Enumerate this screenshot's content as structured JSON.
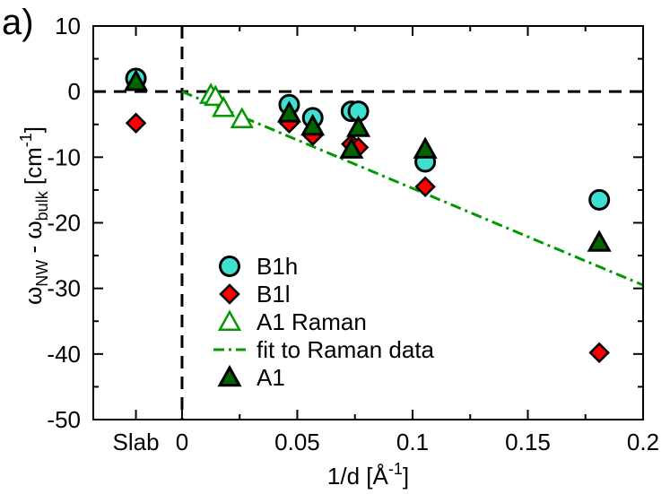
{
  "panel_label": "a)",
  "chart_data": {
    "type": "scatter",
    "title": "",
    "xlabel": "1/d [Å^-1]",
    "ylabel": "ω_NW - ω_bulk [cm^-1]",
    "xlim": [
      -0.0385,
      0.2
    ],
    "ylim": [
      -50,
      10
    ],
    "grid": false,
    "legend_position": "lower-left",
    "x_ticks": [
      {
        "value": -0.02,
        "label": "Slab"
      },
      {
        "value": 0,
        "label": "0"
      },
      {
        "value": 0.05,
        "label": "0.05"
      },
      {
        "value": 0.1,
        "label": "0.1"
      },
      {
        "value": 0.15,
        "label": "0.15"
      },
      {
        "value": 0.2,
        "label": "0.2"
      }
    ],
    "y_ticks": [
      {
        "value": 10,
        "label": "10"
      },
      {
        "value": 0,
        "label": "0"
      },
      {
        "value": -10,
        "label": "-10"
      },
      {
        "value": -20,
        "label": "-20"
      },
      {
        "value": -30,
        "label": "-30"
      },
      {
        "value": -40,
        "label": "-40"
      },
      {
        "value": -50,
        "label": "-50"
      }
    ],
    "reference_lines": [
      {
        "orientation": "horizontal",
        "value": 0
      },
      {
        "orientation": "vertical",
        "value": 0
      }
    ],
    "series": [
      {
        "name": "B1h",
        "marker": "circle",
        "color": "#40e0d0",
        "points": [
          [
            -0.02,
            2
          ],
          [
            0.0465,
            -2
          ],
          [
            0.0567,
            -4
          ],
          [
            0.0735,
            -3
          ],
          [
            0.0765,
            -3
          ],
          [
            0.1055,
            -10.7
          ],
          [
            0.181,
            -16.5
          ]
        ]
      },
      {
        "name": "B1l",
        "marker": "diamond",
        "color": "#ff0000",
        "points": [
          [
            -0.02,
            -4.8
          ],
          [
            0.0465,
            -4.8
          ],
          [
            0.0567,
            -6.7
          ],
          [
            0.0735,
            -8
          ],
          [
            0.0765,
            -8.5
          ],
          [
            0.1055,
            -14.5
          ],
          [
            0.181,
            -39.8
          ]
        ]
      },
      {
        "name": "A1 Raman",
        "marker": "triangle-open",
        "color": "#009900",
        "points": [
          [
            0.0125,
            -0.5
          ],
          [
            0.0145,
            -0.8
          ],
          [
            0.018,
            -2.5
          ],
          [
            0.026,
            -4.2
          ]
        ]
      },
      {
        "name": "fit to Raman data",
        "marker": "dash-dot-line",
        "color": "#009900",
        "points": [
          [
            0,
            0
          ],
          [
            0.2,
            -29.5
          ]
        ]
      },
      {
        "name": "A1",
        "marker": "triangle",
        "color": "#006400",
        "points": [
          [
            -0.02,
            1.5
          ],
          [
            0.0465,
            -3.3
          ],
          [
            0.0567,
            -5.3
          ],
          [
            0.0735,
            -8.8
          ],
          [
            0.0765,
            -5.5
          ],
          [
            0.1055,
            -8.8
          ],
          [
            0.181,
            -23
          ]
        ]
      }
    ]
  }
}
